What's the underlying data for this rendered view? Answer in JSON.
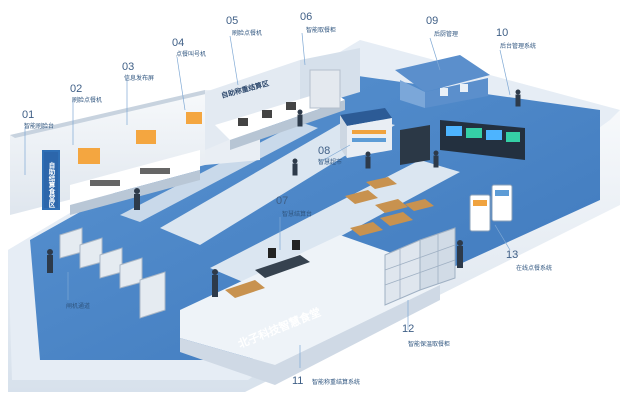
{
  "colors": {
    "floor_blue": "#4a86c8",
    "floor_light": "#e4ecf4",
    "wall_white": "#f3f6f9",
    "callout_line": "#7ea8d4",
    "label_text": "#2f557f",
    "accent_orange": "#e08a2e"
  },
  "signs": {
    "canteen_vertical": "自助结算食堂区",
    "self_service_zone": "自助称重结算区",
    "brand": "北子科技智慧食堂"
  },
  "callouts": [
    {
      "num": "01",
      "label": "智能刷脸台"
    },
    {
      "num": "02",
      "label": "刷脸点餐机"
    },
    {
      "num": "03",
      "label": "信息发布屏"
    },
    {
      "num": "04",
      "label": "点餐叫号机"
    },
    {
      "num": "05",
      "label": "刷脸点餐机"
    },
    {
      "num": "06",
      "label": "智能取餐柜"
    },
    {
      "num": "07",
      "label": "智慧结算台"
    },
    {
      "num": "08",
      "label": "智慧超市"
    },
    {
      "num": "09",
      "label": "后厨管理"
    },
    {
      "num": "10",
      "label": "后台管理系统"
    },
    {
      "num": "11",
      "label": "智能称重结算系统"
    },
    {
      "num": "12",
      "label": "智能保温取餐柜"
    },
    {
      "num": "13",
      "label": "在线点餐系统"
    }
  ],
  "gate_label": "闸机通道"
}
